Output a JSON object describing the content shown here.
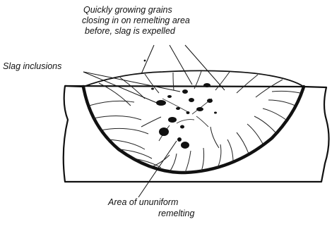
{
  "labels": {
    "grains_line1": "Quickly growing grains",
    "grains_line2": "closing in on  remelting area",
    "grains_line3": "before, slag is expelled",
    "slag": "Slag inclusions",
    "remelt_line1": "Area of ununiform",
    "remelt_line2": "remelting"
  },
  "colors": {
    "ink": "#111111",
    "background": "#ffffff"
  }
}
